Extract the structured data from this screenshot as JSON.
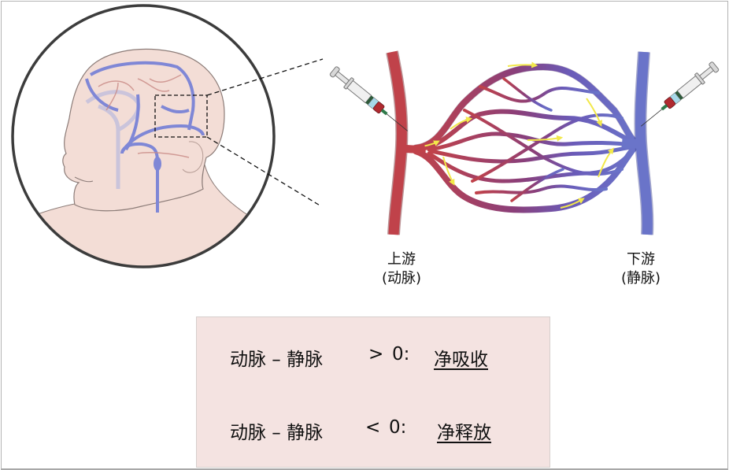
{
  "figure": {
    "title": "Brain capillary bed: artery–vein difference measurement",
    "colors": {
      "artery": "#c0424a",
      "vein": "#6a74c9",
      "skin": "#f3ddd6",
      "flow_arrow": "#f2e84a",
      "legend_bg": "#f4e3e1",
      "outline": "#3c3c3c"
    },
    "icons": {
      "left_syringe": "syringe-icon",
      "right_syringe": "syringe-icon",
      "head": "head-profile-illustration",
      "zoom_box": "dashed-zoom-box"
    }
  },
  "labels": {
    "upstream": {
      "line1": "上游",
      "line2": "(动脉)"
    },
    "downstream": {
      "line1": "下游",
      "line2": "(静脉)"
    }
  },
  "legend": {
    "rows": [
      {
        "expression": "动脉 – 静脉",
        "operator": ">",
        "value": "0:",
        "result": "净吸收"
      },
      {
        "expression": "动脉 – 静脉",
        "operator": "<",
        "value": "0:",
        "result": "净释放"
      }
    ]
  }
}
